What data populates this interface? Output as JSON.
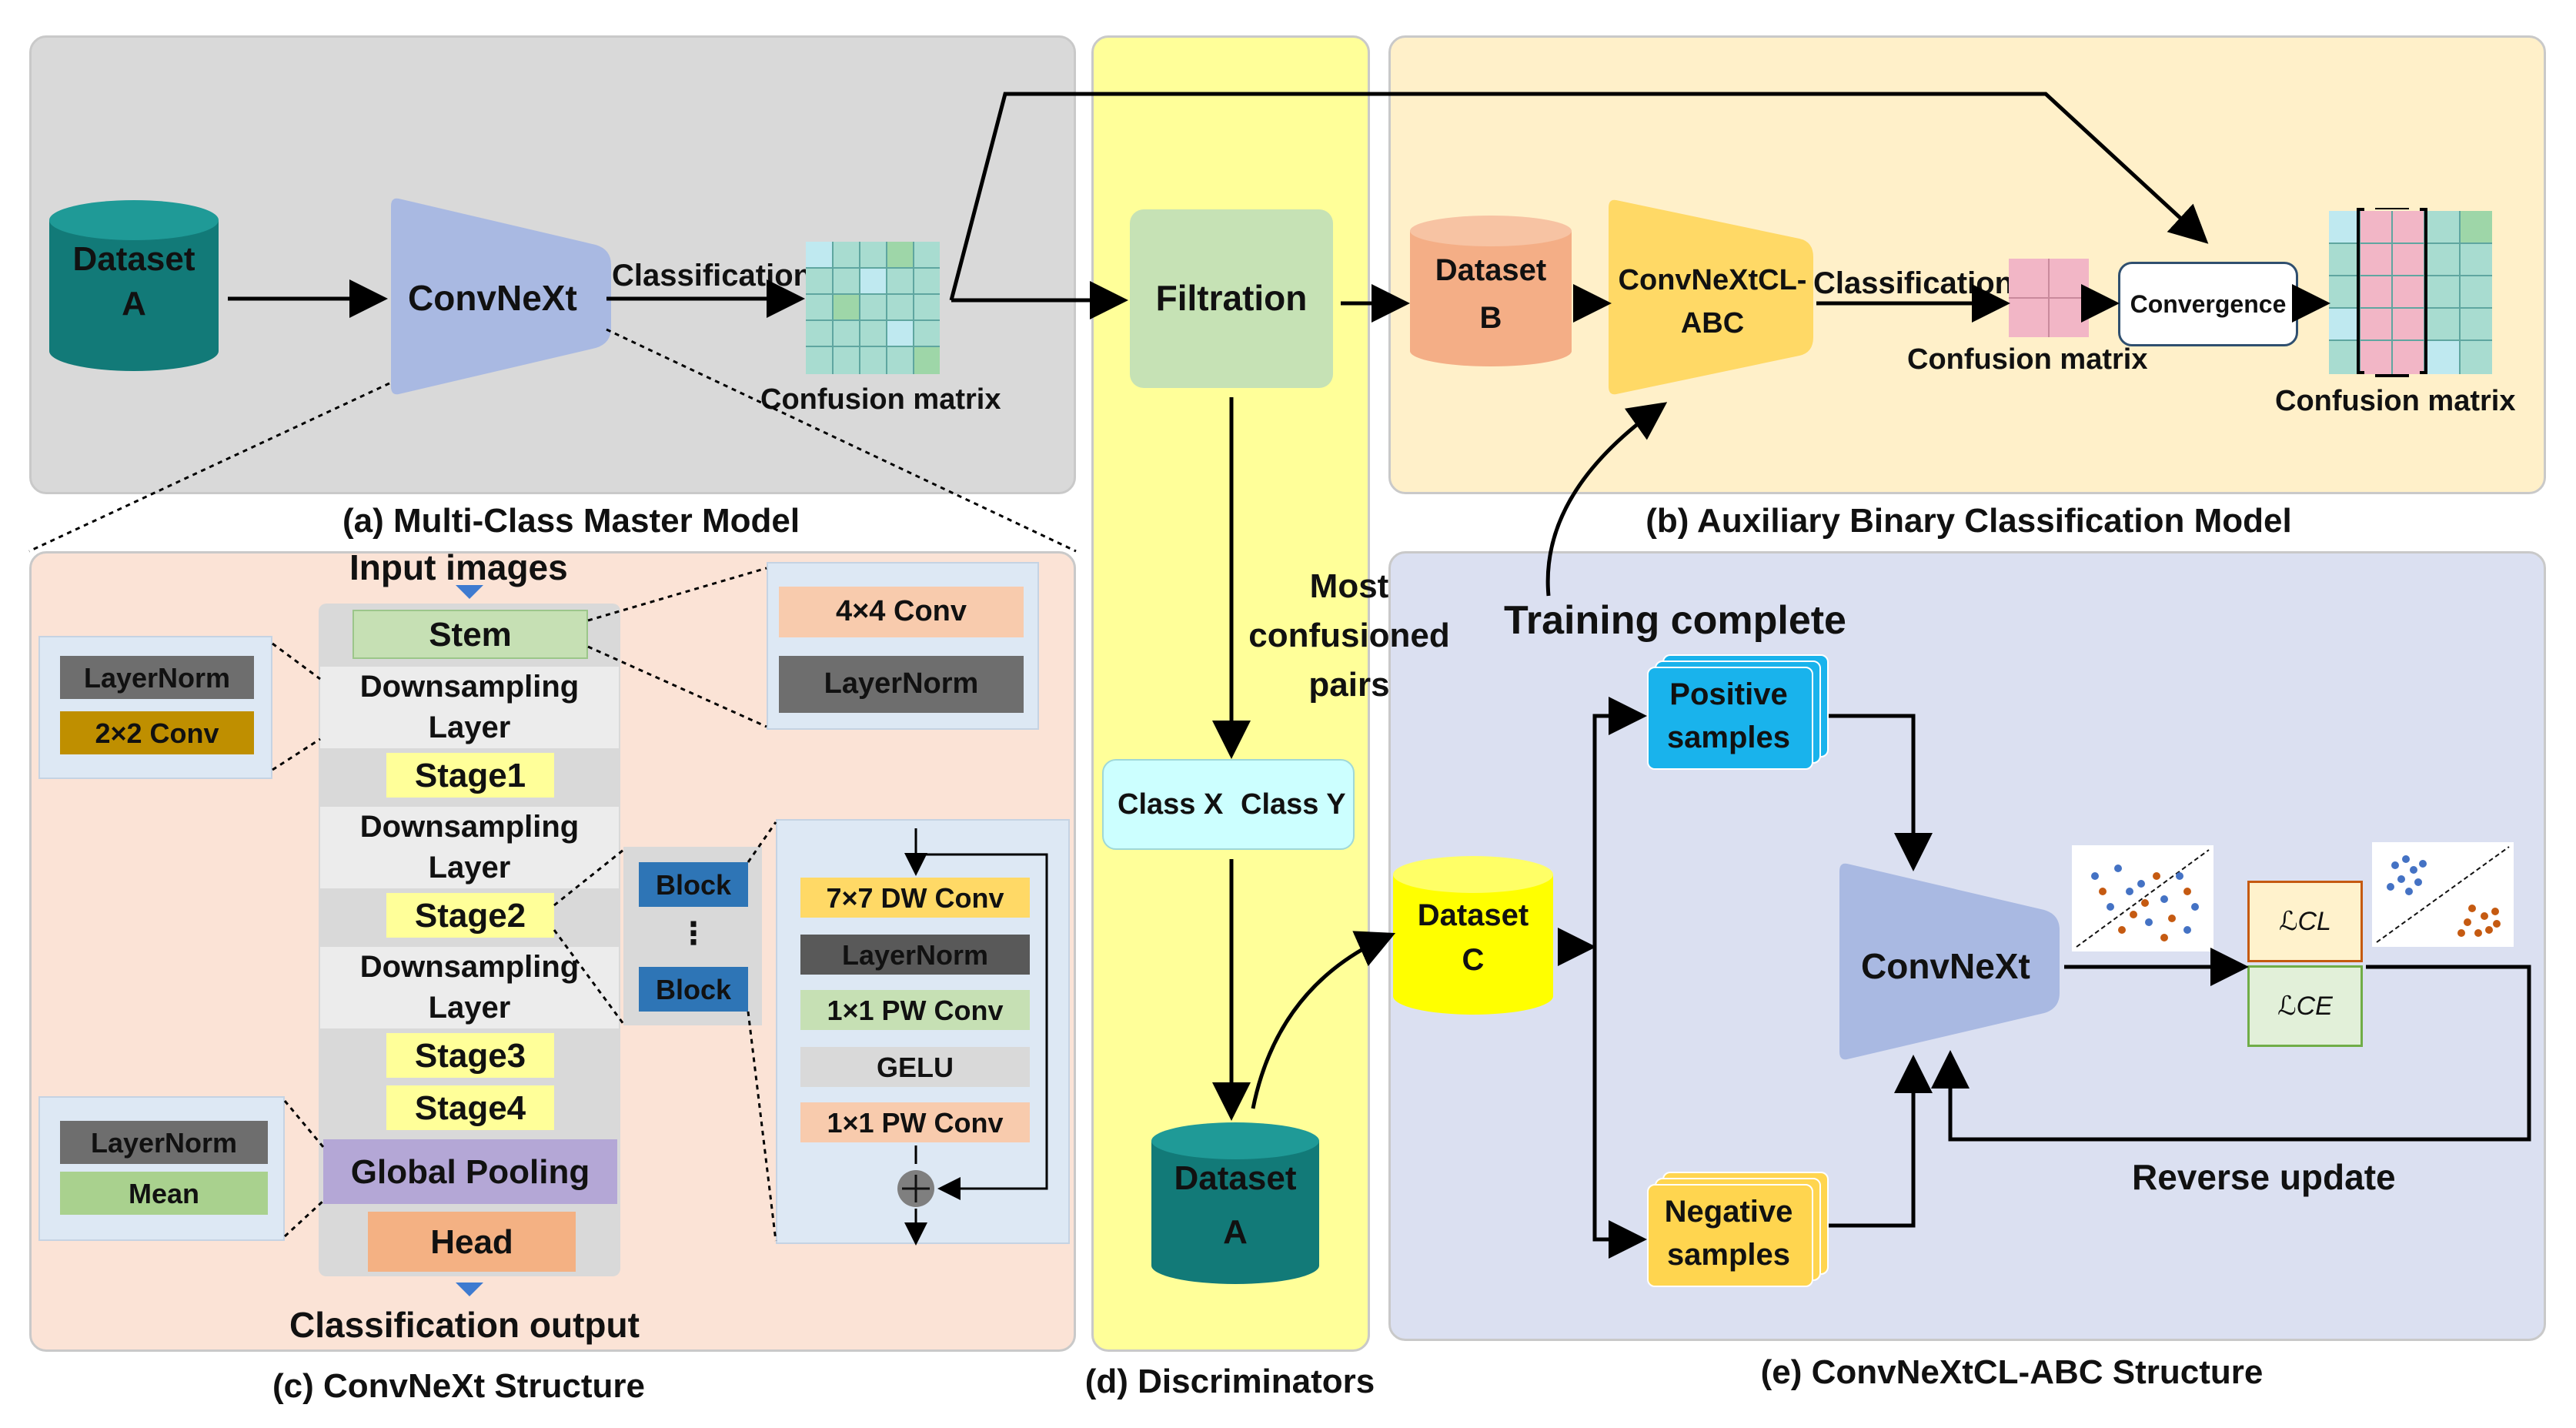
{
  "panels": {
    "a_caption": "(a) Multi-Class Master Model",
    "b_caption": "(b) Auxiliary Binary Classification Model",
    "c_caption": "(c) ConvNeXt Structure",
    "d_caption": "(d) Discriminators",
    "e_caption": "(e) ConvNeXtCL-ABC Structure"
  },
  "panel_a": {
    "dataset_line1": "Dataset",
    "dataset_line2": "A",
    "model": "ConvNeXt",
    "classification": "Classification",
    "confusion": "Confusion matrix"
  },
  "panel_d": {
    "filtration": "Filtration",
    "most_line1": "Most",
    "most_line2": "confusioned",
    "most_line3": "pairs",
    "class_x": "Class X",
    "class_y": "Class Y",
    "dataset_line1": "Dataset",
    "dataset_line2": "A"
  },
  "panel_b": {
    "dataset_line1": "Dataset",
    "dataset_line2": "B",
    "model_line1": "ConvNeXtCL-",
    "model_line2": "ABC",
    "classification": "Classification",
    "confusion_small": "Confusion matrix",
    "convergence": "Convergence",
    "confusion_big": "Confusion matrix",
    "training_complete": "Training complete"
  },
  "panel_c": {
    "input": "Input images",
    "stem": "Stem",
    "down1a": "Downsampling",
    "down1b": "Layer",
    "stage1": "Stage1",
    "down2a": "Downsampling",
    "down2b": "Layer",
    "stage2": "Stage2",
    "down3a": "Downsampling",
    "down3b": "Layer",
    "stage3": "Stage3",
    "stage4": "Stage4",
    "global_pool": "Global Pooling",
    "head": "Head",
    "output": "Classification output",
    "left_top_1": "LayerNorm",
    "left_top_2": "2×2 Conv",
    "left_bot_1": "LayerNorm",
    "left_bot_2": "Mean",
    "right_top_1": "4×4 Conv",
    "right_top_2": "LayerNorm",
    "block1": "Block",
    "block_dots": "⋮",
    "block2": "Block",
    "blk_1": "7×7 DW Conv",
    "blk_2": "LayerNorm",
    "blk_3": "1×1 PW Conv",
    "blk_4": "GELU",
    "blk_5": "1×1 PW Conv"
  },
  "panel_e": {
    "positive_line1": "Positive",
    "positive_line2": "samples",
    "negative_line1": "Negative",
    "negative_line2": "samples",
    "dataset_line1": "Dataset",
    "dataset_line2": "C",
    "model": "ConvNeXt",
    "loss_cl": "ℒCL",
    "loss_ce": "ℒCE",
    "reverse": "Reverse update"
  },
  "colors": {
    "panel_gray": "#d9d9d9",
    "panel_peach": "#fbe3d6",
    "panel_yellow": "#ffff99",
    "panel_cream": "#fff0c9",
    "panel_lavender": "#dbe0f1",
    "teal": "#127a78",
    "convnext_blue": "#a9b9e2",
    "filtration_green": "#c6e2b5",
    "dataset_orange": "#f4ae86",
    "model_yellow": "#ffd966",
    "positive_blue": "#19b3ec",
    "negative_yellow": "#ffd54f",
    "dataset_c_yellow": "#ffff00",
    "stem_green": "#c6e0b4",
    "stage_yellow": "#ffff99",
    "global_purple": "#b4a7d6",
    "head_orange": "#f4b183",
    "block_blue": "#2e75b6"
  }
}
